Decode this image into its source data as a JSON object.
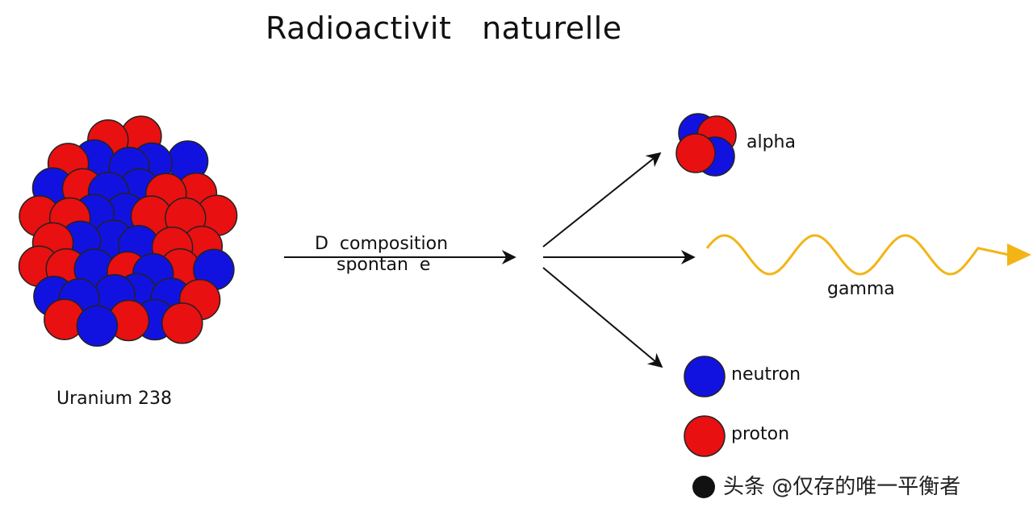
{
  "title": "Radioactivit   naturelle",
  "process": {
    "line1": "D  composition",
    "line2": "spontan  e"
  },
  "nucleus": {
    "label": "Uranium 238"
  },
  "products": {
    "alpha": "alpha",
    "gamma": "gamma"
  },
  "legend": {
    "neutron": "neutron",
    "proton": "proton"
  },
  "watermark": "头条 @仅存的唯一平衡者",
  "colors": {
    "proton": "#e81010",
    "neutron": "#1212e0",
    "gamma": "#f2b515",
    "arrow": "#111111"
  }
}
